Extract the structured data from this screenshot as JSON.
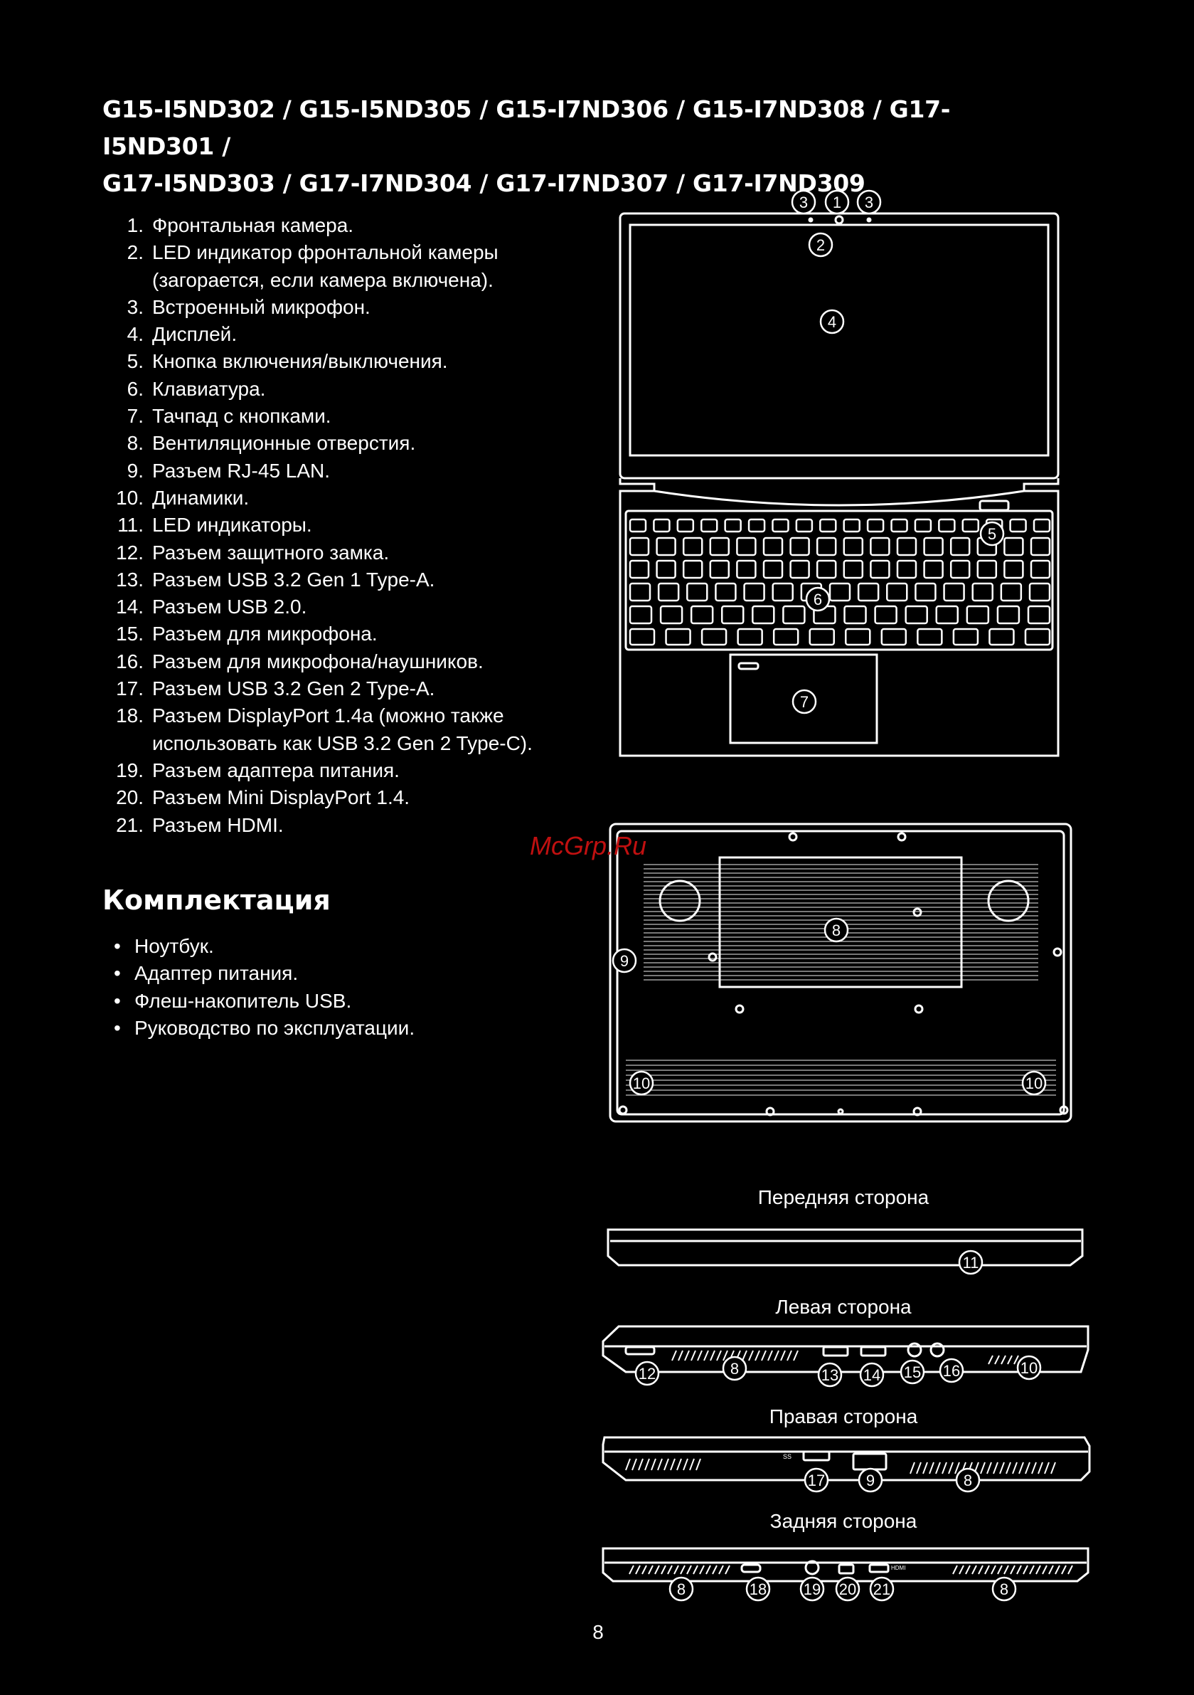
{
  "title_lines": [
    "G15-I5ND302 / G15-I5ND305 / G15-I7ND306 / G15-I7ND308 / G17-I5ND301 /",
    "G17-I5ND303 / G17-I7ND304 / G17-I7ND307 / G17-I7ND309"
  ],
  "parts": [
    {
      "num": "1.",
      "lines": [
        "Фронтальная камера."
      ]
    },
    {
      "num": "2.",
      "lines": [
        "LED индикатор фронтальной камеры",
        "(загорается, если камера включена)."
      ]
    },
    {
      "num": "3.",
      "lines": [
        "Встроенный микрофон."
      ]
    },
    {
      "num": "4.",
      "lines": [
        "Дисплей."
      ]
    },
    {
      "num": "5.",
      "lines": [
        "Кнопка включения/выключения."
      ]
    },
    {
      "num": "6.",
      "lines": [
        "Клавиатура."
      ]
    },
    {
      "num": "7.",
      "lines": [
        "Тачпад с кнопками."
      ]
    },
    {
      "num": "8.",
      "lines": [
        "Вентиляционные отверстия."
      ]
    },
    {
      "num": "9.",
      "lines": [
        "Разъем RJ-45 LAN."
      ]
    },
    {
      "num": "10.",
      "lines": [
        "Динамики."
      ]
    },
    {
      "num": "11.",
      "lines": [
        "LED индикаторы."
      ]
    },
    {
      "num": "12.",
      "lines": [
        "Разъем защитного замка."
      ]
    },
    {
      "num": "13.",
      "lines": [
        "Разъем USB 3.2 Gen 1 Type-A."
      ]
    },
    {
      "num": "14.",
      "lines": [
        "Разъем USB 2.0."
      ]
    },
    {
      "num": "15.",
      "lines": [
        "Разъем для микрофона."
      ]
    },
    {
      "num": "16.",
      "lines": [
        "Разъем для микрофона/наушников."
      ]
    },
    {
      "num": "17.",
      "lines": [
        "Разъем USB 3.2 Gen 2 Type-A."
      ]
    },
    {
      "num": "18.",
      "lines": [
        "Разъем DisplayPort 1.4a (можно также",
        "использовать как USB 3.2 Gen 2 Type-C)."
      ]
    },
    {
      "num": "19.",
      "lines": [
        "Разъем адаптера питания."
      ]
    },
    {
      "num": "20.",
      "lines": [
        "Разъем Mini DisplayPort 1.4."
      ]
    },
    {
      "num": "21.",
      "lines": [
        "Разъем HDMI."
      ]
    }
  ],
  "kit": {
    "title": "Комплектация",
    "items": [
      "Ноутбук.",
      "Адаптер питания.",
      "Флеш-накопитель USB.",
      "Руководство по эксплуатации."
    ]
  },
  "views": {
    "front": "Передняя сторона",
    "left": "Левая сторона",
    "right": "Правая сторона",
    "rear": "Задняя сторона"
  },
  "callouts": {
    "top": [
      "3",
      "1",
      "3",
      "2",
      "4",
      "5",
      "6",
      "7"
    ],
    "bottom": [
      "8",
      "9",
      "10",
      "10"
    ],
    "front": [
      "11"
    ],
    "left": [
      "12",
      "8",
      "13",
      "14",
      "15",
      "16",
      "10"
    ],
    "right": [
      "17",
      "9",
      "8"
    ],
    "rear": [
      "8",
      "18",
      "19",
      "20",
      "21",
      "8"
    ]
  },
  "port_marks": {
    "right_usb": "SS",
    "rear_hdmi": "HDMI"
  },
  "watermark": "McGrp.Ru",
  "page_number": "8"
}
